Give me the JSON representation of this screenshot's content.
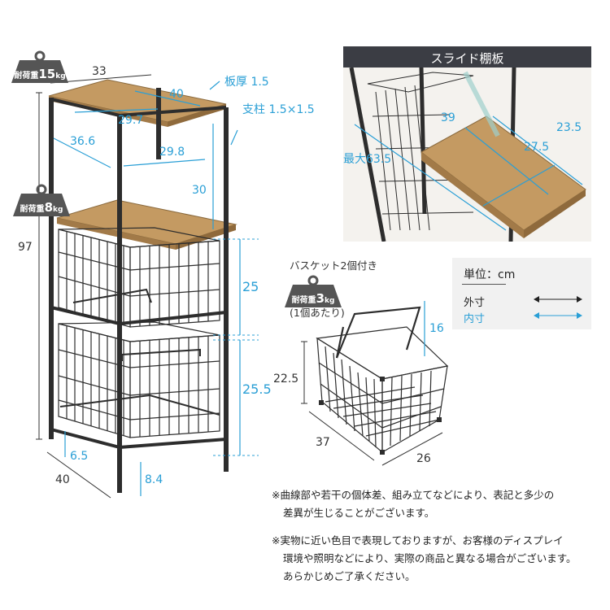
{
  "weights": {
    "top": {
      "label": "耐荷重",
      "num": "15",
      "unit": "kg"
    },
    "middle": {
      "label": "耐荷重",
      "num": "8",
      "unit": "kg"
    },
    "basket": {
      "label": "耐荷重",
      "num": "3",
      "unit": "kg"
    }
  },
  "rack_dims": {
    "width_top": "33",
    "depth_top": "40",
    "inner_width": "29.7",
    "inner_depth": "36.6",
    "inner_width_mid": "29.8",
    "shelf_gap": "30",
    "total_height": "97",
    "basket_space_upper": "25",
    "basket_space_lower": "25.5",
    "foot_height_left": "6.5",
    "foot_height_right": "8.4",
    "base_depth": "40",
    "board_thickness": "板厚 1.5",
    "post_size": "支柱 1.5×1.5"
  },
  "slide_shelf": {
    "title": "スライド棚板",
    "dim_39": "39",
    "dim_23_5": "23.5",
    "dim_27_5": "27.5",
    "dim_max": "最大63.5"
  },
  "basket": {
    "title": "バスケット2個付き",
    "per_unit": "(1個あたり)",
    "height": "22.5",
    "handle_height": "16",
    "depth": "37",
    "width": "26"
  },
  "legend": {
    "unit": "単位：cm",
    "outer": "外寸",
    "inner": "内寸",
    "outer_color": "#222222",
    "inner_color": "#2a9fd6"
  },
  "notes": {
    "note1_line1": "※曲線部や若干の個体差、組み立てなどにより、表記と多少の",
    "note1_line2": "差異が生じることがございます。",
    "note2_line1": "※実物に近い色目で表現しておりますが、お客様のディスプレイ",
    "note2_line2": "環境や照明などにより、実際の商品と異なる場合がございます。",
    "note2_line3": "あらかじめご了承ください。"
  }
}
